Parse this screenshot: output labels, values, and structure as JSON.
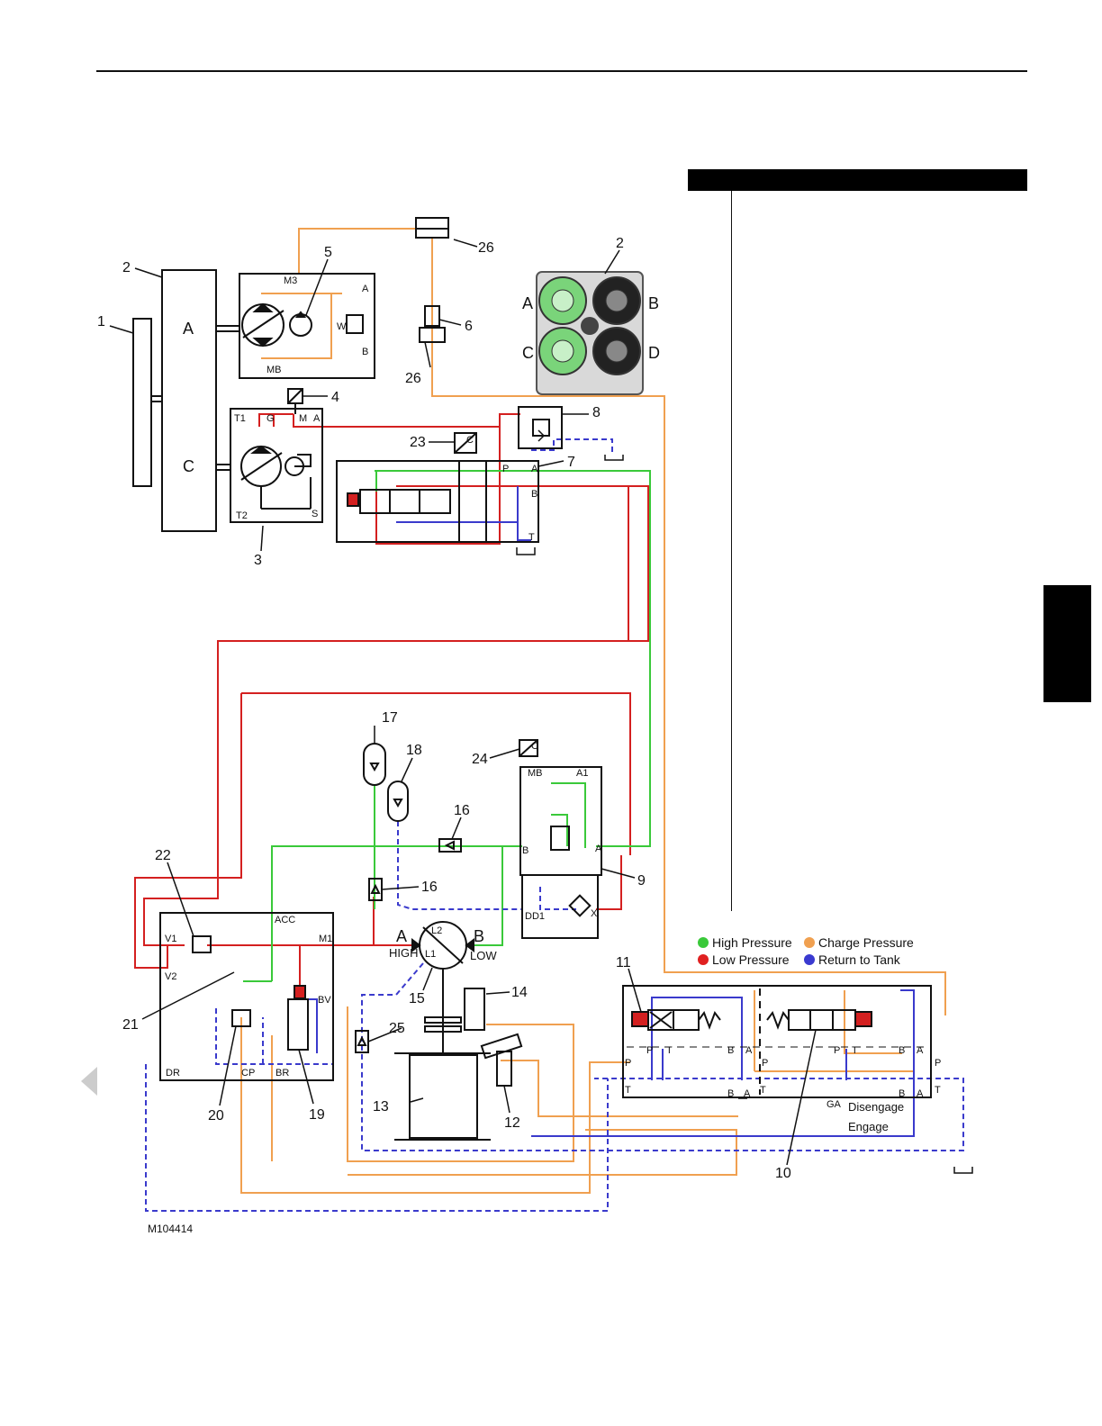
{
  "figure_id": "M104414",
  "legend": [
    {
      "label": "High Pressure",
      "color": "#3ac93a"
    },
    {
      "label": "Charge Pressure",
      "color": "#f0a050"
    },
    {
      "label": "Low Pressure",
      "color": "#e02020"
    },
    {
      "label": "Return to Tank",
      "color": "#3a3ad0"
    }
  ],
  "colors": {
    "high": "#3ac93a",
    "charge": "#f0a050",
    "low": "#d42020",
    "return": "#3a3acc",
    "ink": "#111111"
  },
  "callouts": {
    "c1": "1",
    "c2": "2",
    "c2b": "2",
    "c3": "3",
    "c4": "4",
    "c5": "5",
    "c6": "6",
    "c7": "7",
    "c8": "8",
    "c9": "9",
    "c10": "10",
    "c11": "11",
    "c12": "12",
    "c13": "13",
    "c14": "14",
    "c15": "15",
    "c16a": "16",
    "c16b": "16",
    "c17": "17",
    "c18": "18",
    "c19": "19",
    "c20": "20",
    "c21": "21",
    "c22": "22",
    "c23": "23",
    "c24": "24",
    "c25": "25",
    "c26a": "26",
    "c26b": "26"
  },
  "pump_drive": {
    "a": "A",
    "c": "C"
  },
  "pump_view": {
    "a": "A",
    "b": "B",
    "c": "C",
    "d": "D"
  },
  "ports": {
    "m3": "M3",
    "mb": "MB",
    "a5": "A",
    "b5": "B",
    "w": "W",
    "t1": "T1",
    "g": "G",
    "m": "M",
    "a3": "A",
    "t2": "T2",
    "s": "S",
    "c23": "C",
    "p7": "P",
    "a7": "A",
    "b7": "B",
    "t7": "T",
    "mb9": "MB",
    "a1": "A1",
    "b9": "B",
    "a9": "A",
    "dd1": "DD1",
    "x9": "X",
    "acc": "ACC",
    "v1": "V1",
    "m1": "M1",
    "v2": "V2",
    "bv": "BV",
    "dr": "DR",
    "cp": "CP",
    "br": "BR",
    "c24": "C",
    "motor_a": "A",
    "motor_b": "B",
    "high": "HIGH",
    "low": "LOW",
    "l1": "L1",
    "l2": "L2",
    "p11": "P",
    "t11a": "T",
    "b11": "B",
    "a11": "A",
    "p11b": "P",
    "t11b": "T",
    "p10": "P",
    "t10": "T",
    "b10": "B",
    "a10": "A",
    "p10b": "P",
    "t10b": "T",
    "b11c": "B",
    "a11c": "A",
    "b10c": "B",
    "a10c": "A",
    "ga": "GA",
    "t_out": "T",
    "p_out": "P"
  },
  "labels": {
    "disengage": "Disengage",
    "engage": "Engage"
  }
}
